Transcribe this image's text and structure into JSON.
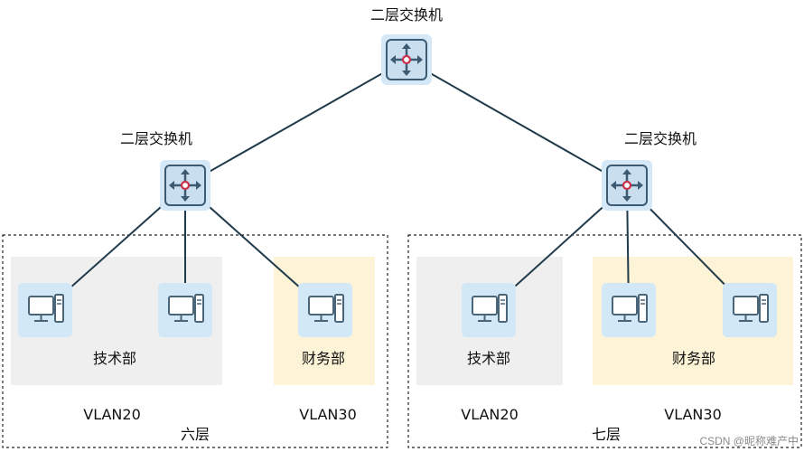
{
  "core_switch": {
    "label": "二层交换机"
  },
  "left_switch": {
    "label": "二层交换机"
  },
  "right_switch": {
    "label": "二层交换机"
  },
  "left_floor": {
    "name": "六层",
    "dept_tech": "技术部",
    "dept_finance": "财务部",
    "vlan_tech": "VLAN20",
    "vlan_finance": "VLAN30"
  },
  "right_floor": {
    "name": "七层",
    "dept_tech": "技术部",
    "dept_finance": "财务部",
    "vlan_tech": "VLAN20",
    "vlan_finance": "VLAN30"
  },
  "watermark": "CSDN @昵称难产中",
  "colors": {
    "line": "#1f3a4a",
    "switch_outer": "#d4e8f7",
    "switch_inner": "#c9dff0",
    "switch_arrow": "#3d5a73",
    "switch_center": "#c8324a",
    "pc_tile": "#d3e8f7",
    "pc_stroke": "#4a6478",
    "tech_zone": "#efefef",
    "finance_zone": "#fdf3d6"
  }
}
